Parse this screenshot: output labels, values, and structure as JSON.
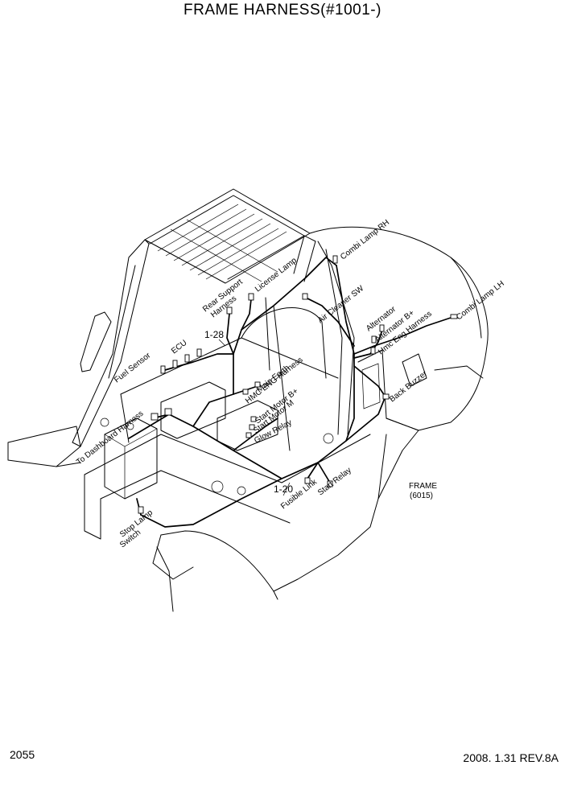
{
  "title": "FRAME HARNESS(#1001-)",
  "page_number": "2055",
  "revision": "2008. 1.31  REV.8A",
  "frame_label": {
    "name": "FRAME",
    "code": "(6015)"
  },
  "callouts": {
    "c1": "1-28",
    "c2": "1-20"
  },
  "labels": {
    "combi_lamp_rh": "Combi Lamp RH",
    "license_lamp": "License Lamp",
    "rear_support": "Rear Support",
    "harness": "Harness",
    "air_cleaner_sw": "Air Cleaner SW",
    "alternator": "Alternator",
    "alternator_b": "Alternator B+",
    "hmc_eng_harness_r": "Hmc Eng Harness",
    "combi_lamp_lh": "Combi Lamp LH",
    "fuel_sensor": "Fuel Sensor",
    "ecu": "ECU",
    "main_earth": "Main Earth",
    "hmc_eng_harness_c": "HMC ENG Harness",
    "start_motor_b": "Start Motor B+",
    "start_motor_m": "Start Motor M",
    "glow_relay": "Glow Relay",
    "back_buzzer": "Back Buzzer",
    "to_dashboard_harness": "To Dashboard Harness",
    "fusible_link": "Fusible Link",
    "start_relay": "Start Relay",
    "stop_lamp": "Stop Lamp",
    "switch": "Switch"
  }
}
